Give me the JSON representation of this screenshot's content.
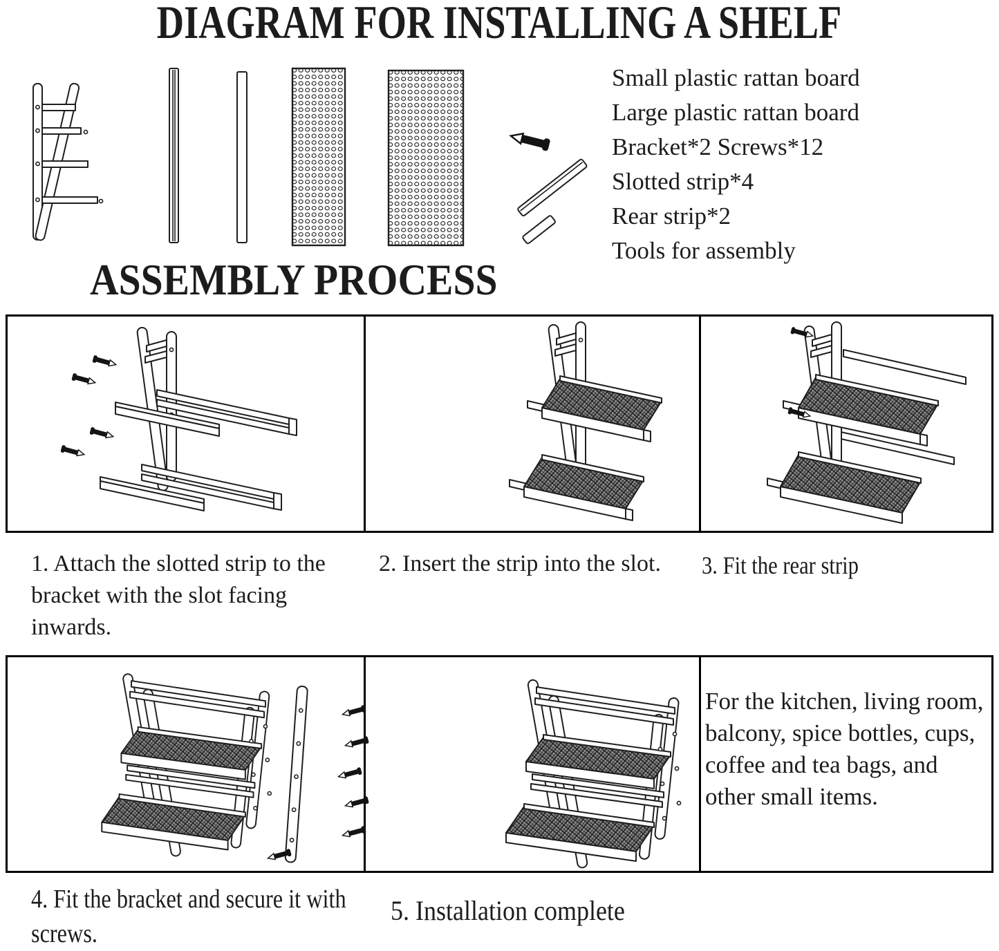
{
  "page": {
    "title": "DIAGRAM FOR INSTALLING A SHELF",
    "assembly_heading": "ASSEMBLY PROCESS"
  },
  "parts": {
    "list": [
      "Small plastic rattan board",
      "Large plastic rattan board",
      "Bracket*2  Screws*12",
      "Slotted strip*4",
      "Rear strip*2",
      "Tools for assembly"
    ]
  },
  "steps": {
    "step1": "1. Attach the slotted strip to the bracket with the slot facing inwards.",
    "step2": "2. Insert the strip into the slot.",
    "step3": "3. Fit the rear strip",
    "step4": "4. Fit the bracket and secure it with screws.",
    "step5": "5. Installation complete"
  },
  "usage_note": "For the kitchen, living room, balcony, spice bottles, cups, coffee and tea bags, and other small items.",
  "colors": {
    "ink": "#1c1c1c",
    "line": "#000000",
    "background": "#ffffff"
  }
}
